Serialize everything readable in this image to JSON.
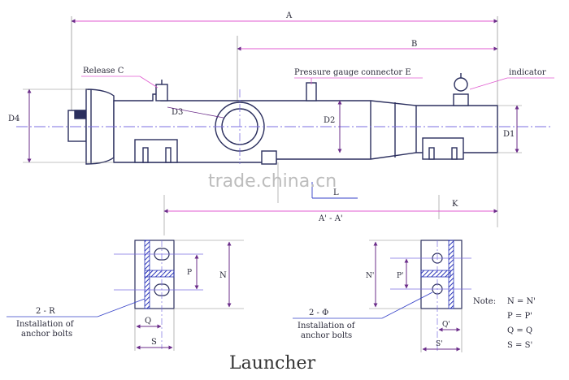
{
  "title": "Launcher",
  "watermark": "trade.china.cn",
  "colors": {
    "outline": "#2b2f5e",
    "dimension": "#e05bd0",
    "dimension_dark": "#6b2d8a",
    "centerline": "#7b6fe0",
    "hatch": "#2c36b8",
    "leader": "#3440c8"
  },
  "labels": {
    "A": "A",
    "B": "B",
    "release": "Release C",
    "pressure": "Pressure gauge connector E",
    "indicator": "indicator",
    "D4": "D4",
    "D3": "D3",
    "D2": "D2",
    "D1": "D1",
    "L": "L",
    "K": "K",
    "section": "A' - A'",
    "N": "N",
    "Nprime": "N'",
    "P": "P",
    "Pprime": "P'",
    "Q": "Q",
    "Qprime": "Q'",
    "S": "S",
    "Sprime": "S'",
    "bolts_left_count": "2 - R",
    "bolts_left_text1": "Installation of",
    "bolts_left_text2": "anchor bolts",
    "bolts_right_count": "2 - Φ",
    "bolts_right_text1": "Installation of",
    "bolts_right_text2": "anchor bolts",
    "note_title": "Note:",
    "note1": "N = N'",
    "note2": "P = P'",
    "note3": "Q = Q",
    "note4": "S = S'"
  }
}
